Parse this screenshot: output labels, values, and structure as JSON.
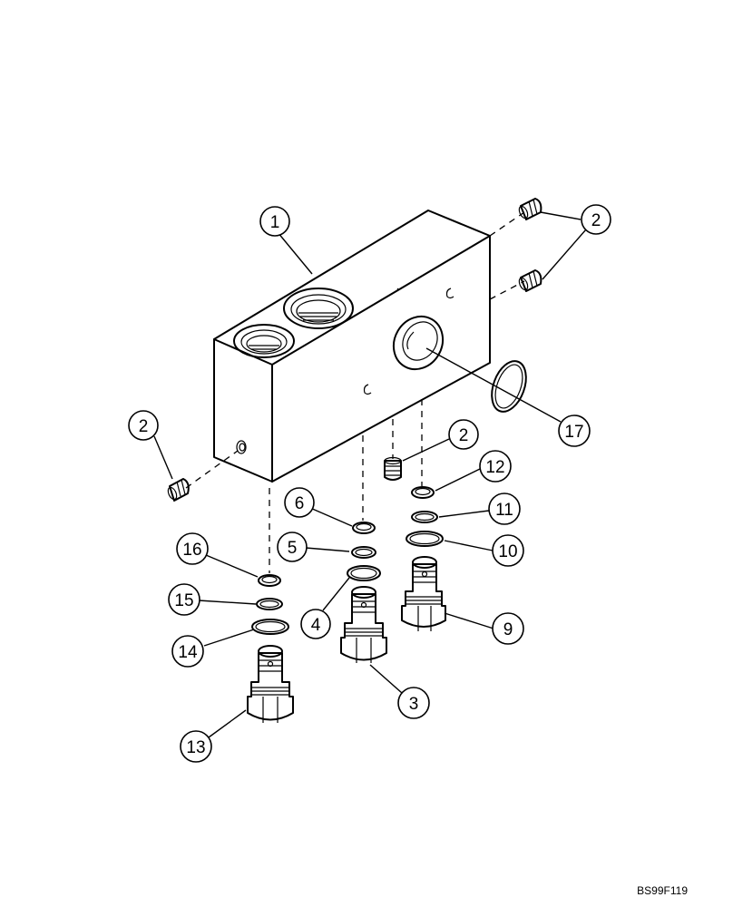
{
  "diagram": {
    "reference_code": "BS99F119",
    "callouts": [
      {
        "id": "c1",
        "label": "1"
      },
      {
        "id": "c2a",
        "label": "2"
      },
      {
        "id": "c2b",
        "label": "2"
      },
      {
        "id": "c2c",
        "label": "2"
      },
      {
        "id": "c17",
        "label": "17"
      },
      {
        "id": "c12",
        "label": "12"
      },
      {
        "id": "c11",
        "label": "11"
      },
      {
        "id": "c10",
        "label": "10"
      },
      {
        "id": "c9",
        "label": "9"
      },
      {
        "id": "c6",
        "label": "6"
      },
      {
        "id": "c5",
        "label": "5"
      },
      {
        "id": "c4",
        "label": "4"
      },
      {
        "id": "c3",
        "label": "3"
      },
      {
        "id": "c16",
        "label": "16"
      },
      {
        "id": "c15",
        "label": "15"
      },
      {
        "id": "c14",
        "label": "14"
      },
      {
        "id": "c13",
        "label": "13"
      }
    ]
  }
}
